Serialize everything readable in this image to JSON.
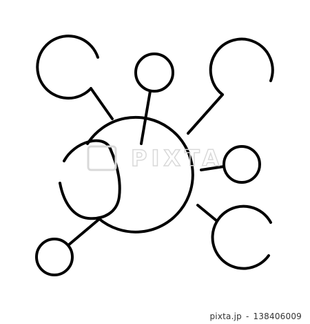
{
  "image": {
    "subject": "molecule-network-icon",
    "stroke_color": "#000000",
    "background_color": "#ffffff"
  },
  "watermark": {
    "text": "PIXTA",
    "color": "#d9d9d9"
  },
  "footer": {
    "brand": "pixta.jp",
    "separator": "-",
    "image_number": "138406009"
  }
}
